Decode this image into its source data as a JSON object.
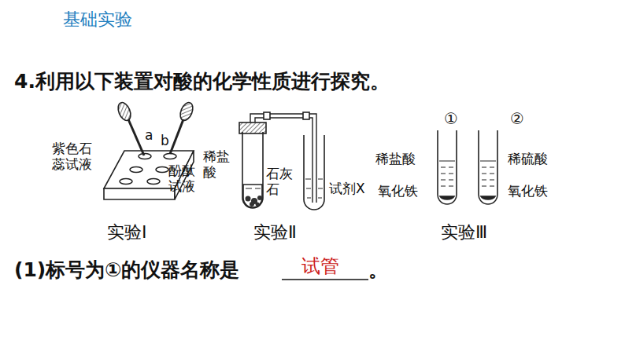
{
  "diagram": {
    "labels": [
      "基础实验",
      "4.利用以下装置对酸的化学性质进行探究。",
      "紫色石蕊试液",
      "a",
      "b",
      "酚酞试液",
      "实验Ⅰ",
      "稀盐酸",
      "石灰石",
      "试剂X",
      "实验Ⅱ",
      "①",
      "②",
      "稀盐酸",
      "稀硫酸",
      "氧化铁",
      "氧化铁",
      "实验Ⅲ",
      "(1)标号为①的仪器名称是",
      "试管",
      "。"
    ]
  }
}
